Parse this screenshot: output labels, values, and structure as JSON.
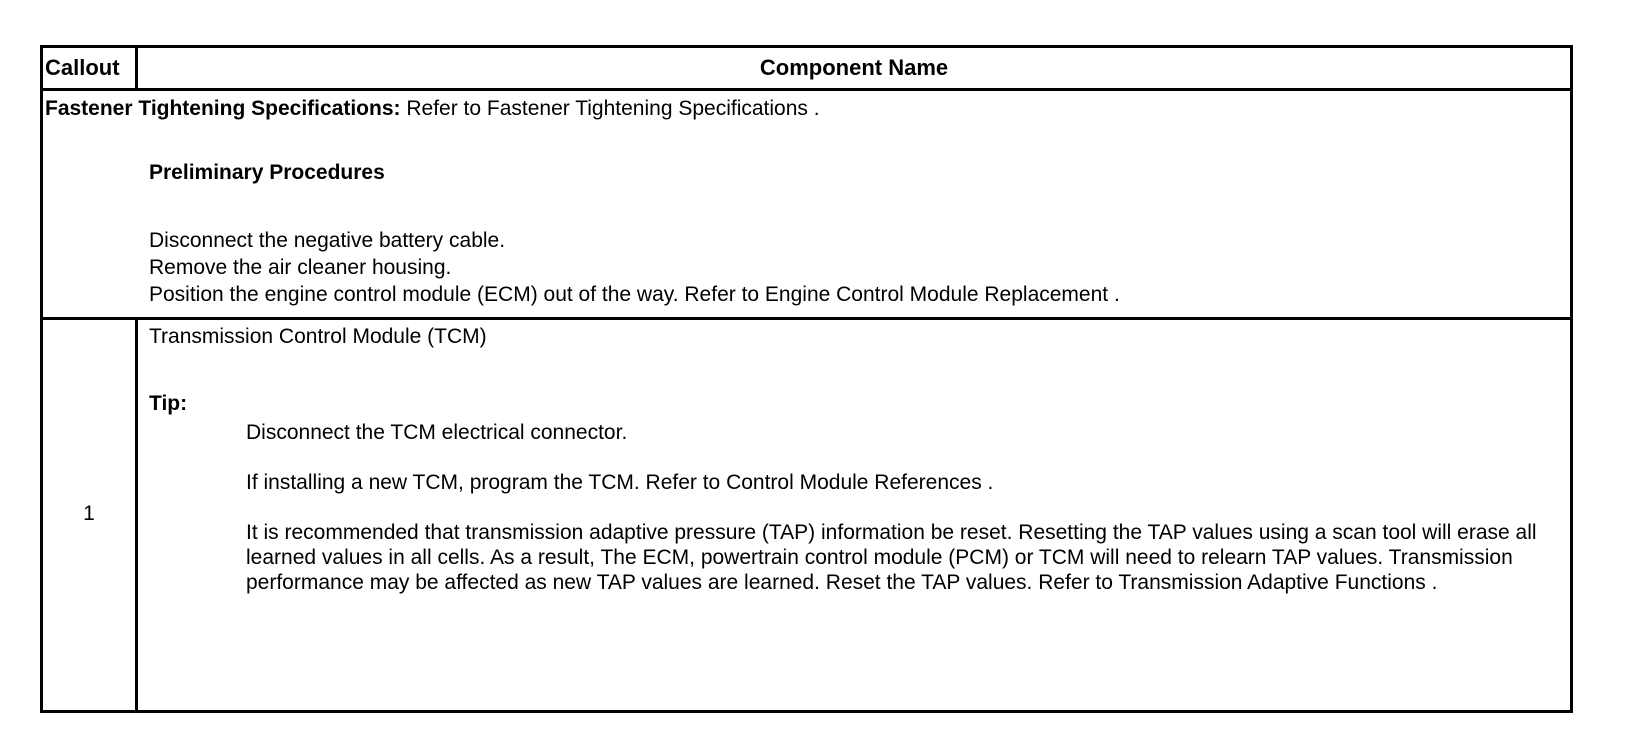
{
  "table": {
    "header": {
      "callout": "Callout",
      "component_name": "Component Name"
    },
    "preliminary": {
      "fastener_label": "Fastener Tightening Specifications:",
      "fastener_text": " Refer to Fastener Tightening Specifications .",
      "title": "Preliminary Procedures",
      "steps": [
        "Disconnect the negative battery cable.",
        "Remove the air cleaner housing.",
        "Position the engine control module (ECM) out of the way. Refer to Engine Control Module Replacement ."
      ]
    },
    "rows": [
      {
        "callout": "1",
        "component": "Transmission Control Module (TCM)",
        "tip_label": "Tip:",
        "steps": [
          "Disconnect the TCM electrical connector.",
          "If installing a new TCM, program the TCM. Refer to Control Module References .",
          "It is recommended that transmission adaptive pressure (TAP) information be reset. Resetting the TAP values using a scan tool will erase all learned values in all cells. As a result, The ECM, powertrain control module (PCM) or TCM will need to relearn TAP values. Transmission performance may be affected as new TAP values are learned. Reset the TAP values. Refer to Transmission Adaptive Functions ."
        ]
      }
    ]
  }
}
